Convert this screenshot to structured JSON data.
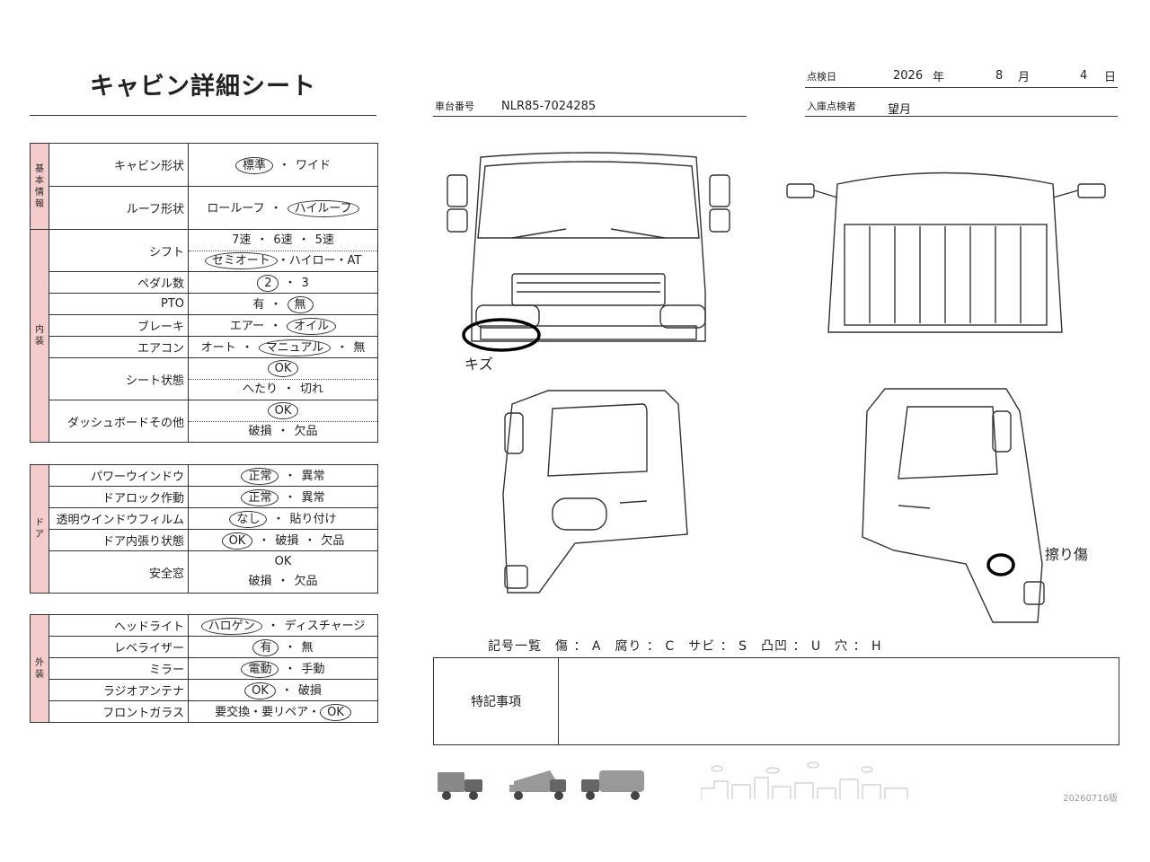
{
  "title": "キャビン詳細シート",
  "header": {
    "chassis_label": "車台番号",
    "chassis_value": "NLR85-7024285",
    "date_label": "点検日",
    "year": "2026",
    "year_unit": "年",
    "month": "8",
    "month_unit": "月",
    "day": "4",
    "day_unit": "日",
    "inspector_label": "入庫点検者",
    "inspector_value": "望月"
  },
  "basic": {
    "category": "基本情報",
    "cabin_shape_label": "キャビン形状",
    "cabin_opt1": "標準",
    "cabin_opt2": "ワイド",
    "roof_label": "ルーフ形状",
    "roof_opt1": "ロールーフ",
    "roof_opt2": "ハイルーフ"
  },
  "interior": {
    "category": "内装",
    "shift_label": "シフト",
    "shift_opt1": "7速",
    "shift_opt2": "6速",
    "shift_opt3": "5速",
    "shift_opt4": "セミオート",
    "shift_opt5": "ハイロー・AT",
    "pedal_label": "ペダル数",
    "pedal_opt1": "2",
    "pedal_opt2": "3",
    "pto_label": "PTO",
    "pto_opt1": "有",
    "pto_opt2": "無",
    "brake_label": "ブレーキ",
    "brake_opt1": "エアー",
    "brake_opt2": "オイル",
    "ac_label": "エアコン",
    "ac_opt1": "オート",
    "ac_opt2": "マニュアル",
    "ac_opt3": "無",
    "seat_label": "シート状態",
    "seat_opt1": "OK",
    "seat_opt2": "へたり",
    "seat_opt3": "切れ",
    "dash_label": "ダッシュボードその他",
    "dash_opt1": "OK",
    "dash_opt2": "破損",
    "dash_opt3": "欠品"
  },
  "door": {
    "category": "ドア",
    "pw_label": "パワーウインドウ",
    "pw_opt1": "正常",
    "pw_opt2": "異常",
    "lock_label": "ドアロック作動",
    "lock_opt1": "正常",
    "lock_opt2": "異常",
    "film_label": "透明ウインドウフィルム",
    "film_opt1": "なし",
    "film_opt2": "貼り付け",
    "trim_label": "ドア内張り状態",
    "trim_opt1": "OK",
    "trim_opt2": "破損",
    "trim_opt3": "欠品",
    "safety_label": "安全窓",
    "safety_opt1": "OK",
    "safety_opt2": "破損",
    "safety_opt3": "欠品"
  },
  "exterior": {
    "category": "外装",
    "head_label": "ヘッドライト",
    "head_opt1": "ハロゲン",
    "head_opt2": "ディスチャージ",
    "lev_label": "レベライザー",
    "lev_opt1": "有",
    "lev_opt2": "無",
    "mirror_label": "ミラー",
    "mirror_opt1": "電動",
    "mirror_opt2": "手動",
    "antenna_label": "ラジオアンテナ",
    "antenna_opt1": "OK",
    "antenna_opt2": "破損",
    "glass_label": "フロントガラス",
    "glass_opt1": "要交換",
    "glass_opt2": "要リペア",
    "glass_opt3": "OK"
  },
  "annotations": {
    "front": "キズ",
    "right": "擦り傷"
  },
  "legend": "記号一覧　傷 ： A　腐り ： C　サビ ： S　凸凹 ： U　穴 ： H",
  "notes_label": "特記事項",
  "version": "20260716版",
  "colors": {
    "category_bg": "#f4cccc",
    "line": "#333333"
  }
}
